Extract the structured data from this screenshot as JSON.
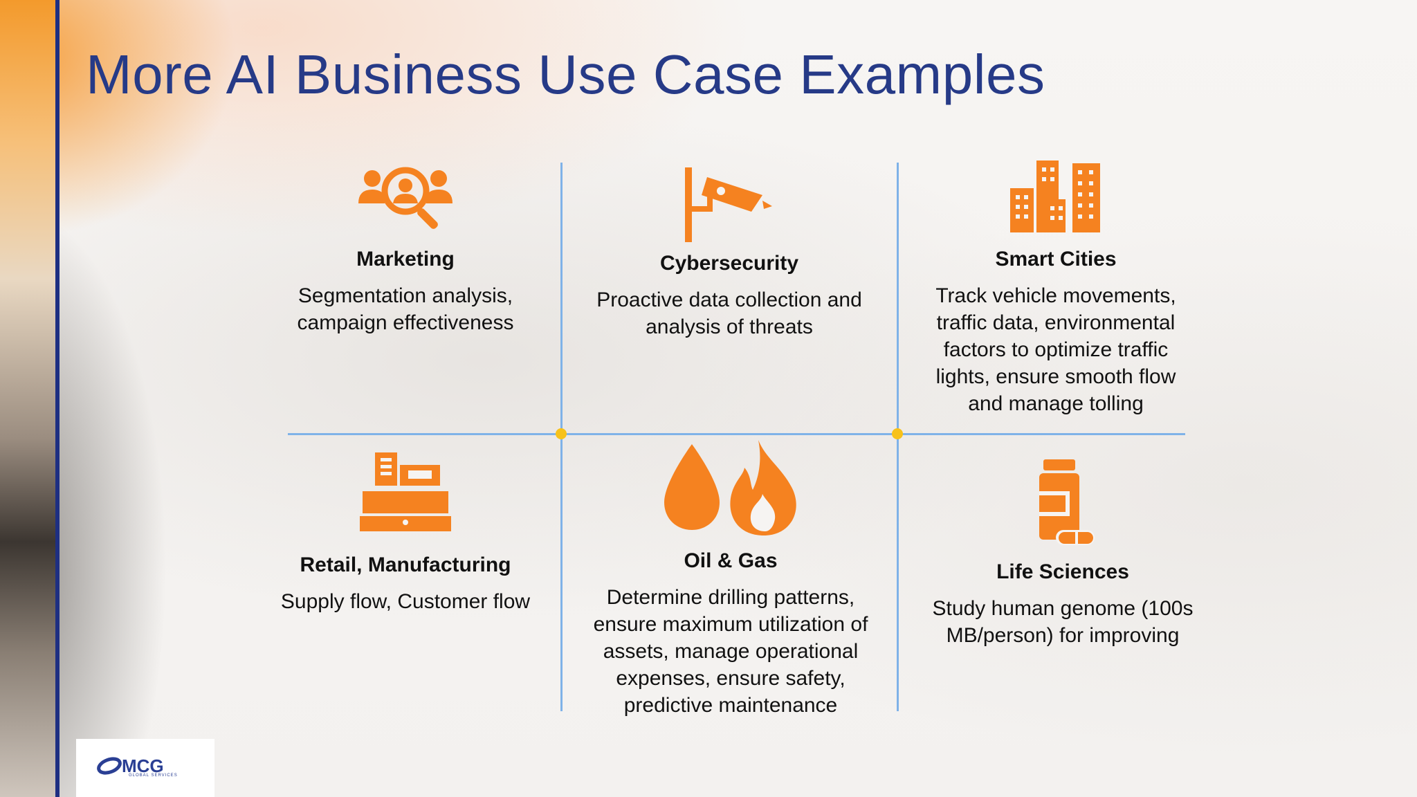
{
  "slide": {
    "title": "More AI Business Use Case Examples",
    "accent_color": "#f58220",
    "title_color": "#263a87"
  },
  "cards": [
    {
      "heading": "Marketing",
      "text": "Segmentation analysis, campaign effectiveness",
      "icon": "user-search-icon"
    },
    {
      "heading": "Cybersecurity",
      "text": "Proactive data collection and analysis of threats",
      "icon": "security-camera-icon"
    },
    {
      "heading": "Smart Cities",
      "text": "Track vehicle movements, traffic data, environmental factors to optimize traffic lights, ensure smooth flow and manage tolling",
      "icon": "city-buildings-icon"
    },
    {
      "heading": "Retail, Manufacturing",
      "text": "Supply flow, Customer flow",
      "icon": "cash-register-icon"
    },
    {
      "heading": "Oil & Gas",
      "text": "Determine drilling patterns, ensure maximum utilization of assets, manage operational expenses, ensure safety, predictive maintenance",
      "icon": "oil-drop-flame-icon"
    },
    {
      "heading": "Life Sciences",
      "text": "Study human genome (100s MB/person) for improving",
      "icon": "medicine-bottle-icon"
    }
  ],
  "logo": {
    "name": "MCG",
    "subtitle": "GLOBAL SERVICES"
  }
}
